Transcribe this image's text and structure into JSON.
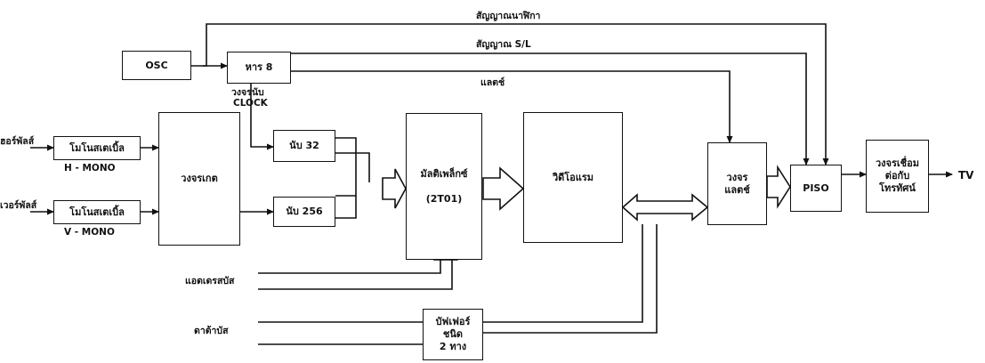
{
  "blocks": {
    "osc": "OSC",
    "div8": "หาร 8",
    "mono_h": "โมโนสเตเบิ้ล",
    "mono_v": "โมโนสเตเบิ้ล",
    "gate": "วงจรเกต",
    "count32": "นับ 32",
    "count256": "นับ 256",
    "mux": [
      "มัลติเพล็กซ์",
      "(2T01)"
    ],
    "video_ram": "วิดีโอแรม",
    "latch": [
      "วงจร",
      "แลตช์"
    ],
    "piso": "PISO",
    "tv_interface": [
      "วงจรเชื่อม",
      "ต่อกับ",
      "โทรทัศน์"
    ],
    "buffer": [
      "บัฟเฟอร์",
      "ชนิด",
      "2 ทาง"
    ]
  },
  "labels": {
    "clock_signal": "สัญญาณนาฬิกา",
    "sl_signal": "สัญญาณ S/L",
    "latch_line": "แลตช์",
    "clock_counter": [
      "วงจรนับ",
      "CLOCK"
    ],
    "h_pulse": "ฮอร์พัลส์",
    "v_pulse": "เวอร์พัลส์",
    "h_mono": "H - MONO",
    "v_mono": "V - MONO",
    "address_bus": "แอดเดรสบัส",
    "data_bus": "ดาต้าบัส",
    "tv": "TV"
  }
}
